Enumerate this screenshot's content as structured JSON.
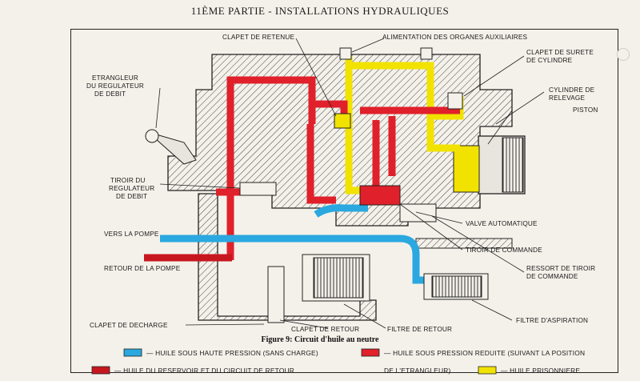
{
  "header": {
    "title": "11ÈME PARTIE - INSTALLATIONS HYDRAULIQUES"
  },
  "labels": {
    "clapet_retenue": "CLAPET DE RETENUE",
    "alimentation": "ALIMENTATION DES ORGANES AUXILIAIRES",
    "etrangleur": [
      "ETRANGLEUR",
      "DU REGULATEUR",
      "DE DEBIT"
    ],
    "clapet_surete": [
      "CLAPET DE SURETE",
      "DE CYLINDRE"
    ],
    "cylindre": [
      "CYLINDRE DE",
      "RELEVAGE"
    ],
    "piston": "PISTON",
    "tiroir_regulateur": [
      "TIROIR DU",
      "REGULATEUR",
      "DE DEBIT"
    ],
    "valve_auto": "VALVE AUTOMATIQUE",
    "vers_pompe": "VERS LA POMPE",
    "tiroir_commande": "TIROIR DE COMMANDE",
    "retour_pompe": "RETOUR DE LA POMPE",
    "ressort": [
      "RESSORT DE TIROIR",
      "DE COMMANDE"
    ],
    "filtre_aspiration": "FILTRE D'ASPIRATION",
    "clapet_decharge": "CLAPET DE DECHARGE",
    "clapet_retour": "CLAPET DE RETOUR",
    "filtre_retour": "FILTRE DE RETOUR"
  },
  "caption": "Figure 9: Circuit d'huile au neutre",
  "legend": [
    {
      "text": "— HUILE SOUS HAUTE PRESSION (SANS CHARGE)",
      "color": "#2aa8df"
    },
    {
      "text": "— HUILE SOUS PRESSION REDUITE (SUIVANT LA POSITION",
      "color": "#e0202a"
    },
    {
      "text": "DE L'ETRANGLEUR)",
      "color": ""
    },
    {
      "text": "— HUILE DU RESERVOIR ET DU CIRCUIT DE RETOUR",
      "color": "#c8161e"
    },
    {
      "text": "— HUILE PRISONNIERE",
      "color": "#f2e200"
    }
  ],
  "colors": {
    "blue": "#2aa8df",
    "red": "#e0202a",
    "dark_red": "#c8161e",
    "yellow": "#f2e200"
  }
}
